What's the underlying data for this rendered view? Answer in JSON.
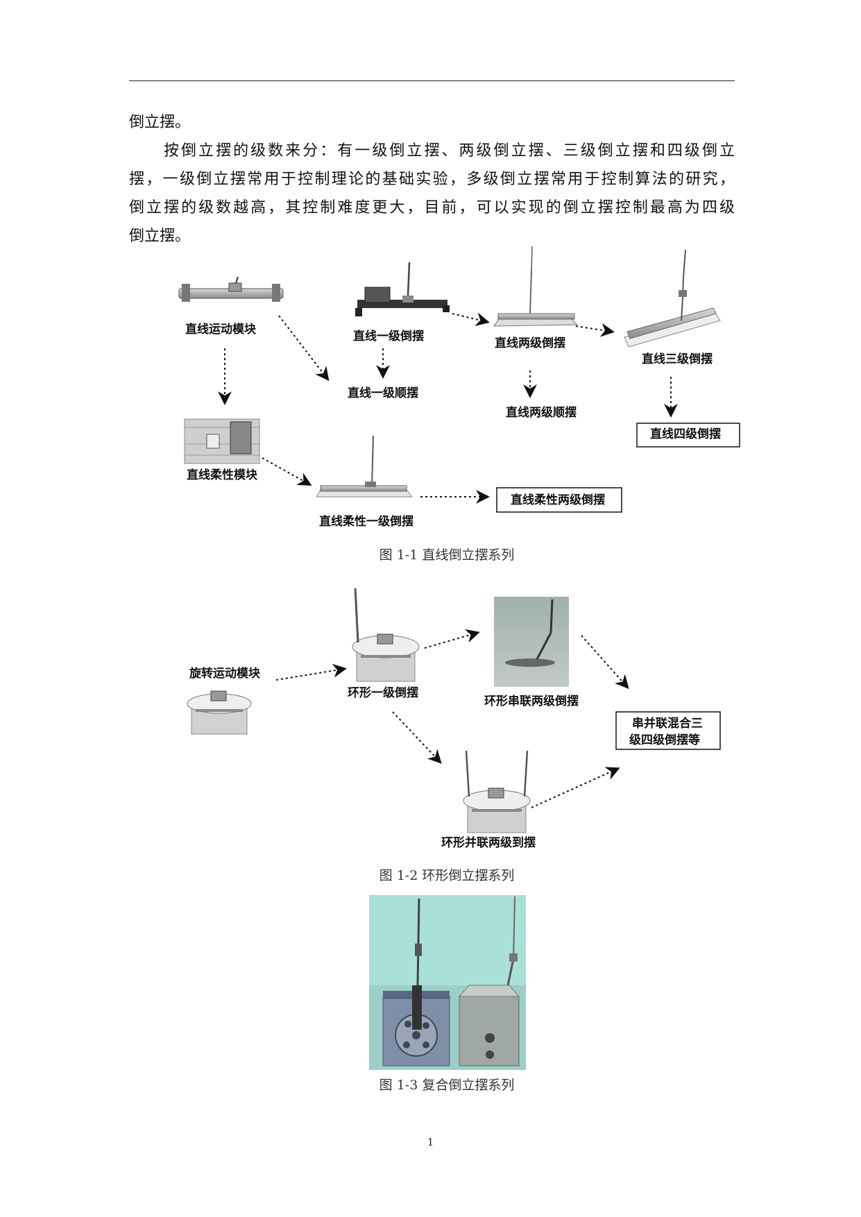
{
  "body": {
    "line1": "倒立摆。",
    "line2": "按倒立摆的级数来分：有一级倒立摆、两级倒立摆、三级倒立摆和四级倒立",
    "line3": "摆，一级倒立摆常用于控制理论的基础实验，多级倒立摆常用于控制算法的研究，",
    "line4": "倒立摆的级数越高，其控制难度更大，目前，可以实现的倒立摆控制最高为四级",
    "line5": "倒立摆。"
  },
  "figure1": {
    "caption": "图 1-1  直线倒立摆系列",
    "labels": {
      "linear_module": "直线运动模块",
      "linear_single": "直线一级倒摆",
      "linear_double": "直线两级倒摆",
      "linear_triple": "直线三级倒摆",
      "linear_single_shun": "直线一级顺摆",
      "linear_double_shun": "直线两级顺摆",
      "linear_quad": "直线四级倒摆",
      "flex_module": "直线柔性模块",
      "flex_single": "直线柔性一级倒摆",
      "flex_double": "直线柔性两级倒摆"
    }
  },
  "figure2": {
    "caption": "图 1-2  环形倒立摆系列",
    "labels": {
      "rot_module": "旋转运动模块",
      "ring_single": "环形一级倒摆",
      "ring_serial": "环形串联两级倒摆",
      "ring_parallel": "环形并联两级到摆",
      "mixed_line1": "串并联混合三",
      "mixed_line2": "级四级倒摆等"
    }
  },
  "figure3": {
    "caption": "图 1-3  复合倒立摆系列"
  },
  "page_number": "1"
}
